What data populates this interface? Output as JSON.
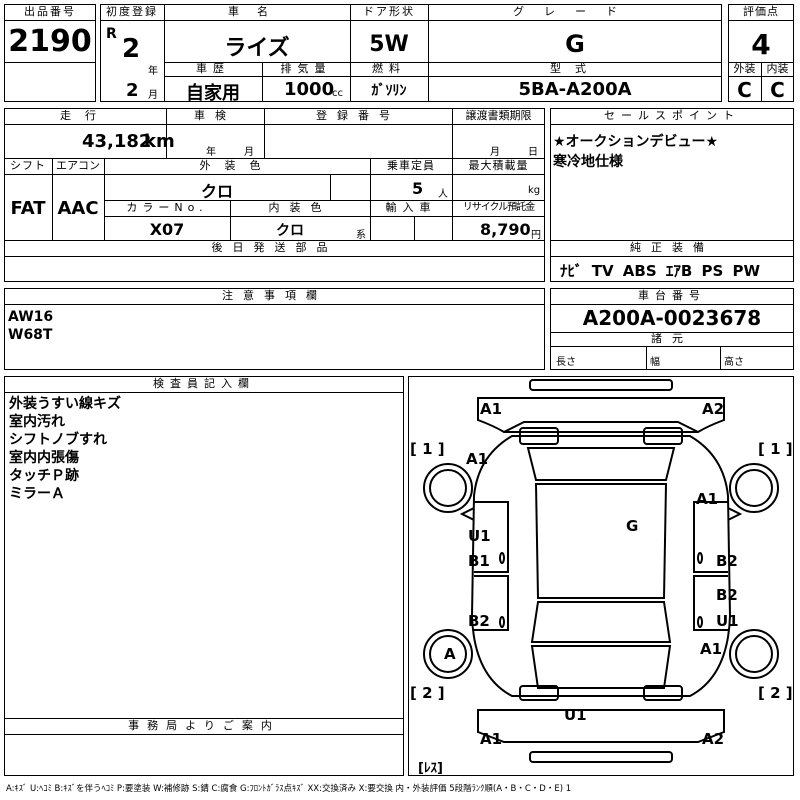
{
  "header": {
    "lot_label": "出品番号",
    "lot_value": "2190",
    "first_reg_label": "初度登録",
    "era": "R",
    "year_num": "2",
    "year_unit": "年",
    "month_num": "2",
    "month_unit": "月",
    "car_name_label": "車名",
    "car_name": "ライズ",
    "door_label": "ドア形状",
    "door": "5W",
    "grade_label": "グレード",
    "grade": "G",
    "score_label": "評価点",
    "score": "4",
    "history_label": "車歴",
    "history": "自家用",
    "displacement_label": "排気量",
    "displacement": "1000",
    "displacement_unit": "cc",
    "fuel_label": "燃料",
    "fuel": "ｶﾞｿﾘﾝ",
    "model_label": "型式",
    "model": "5BA-A200A",
    "exterior_label": "外装",
    "exterior": "C",
    "interior_label": "内装",
    "interior": "C"
  },
  "row2": {
    "mileage_label": "走行",
    "mileage": "43,182",
    "mileage_unit": "km",
    "inspection_label": "車検",
    "insp_year": "年",
    "insp_month": "月",
    "regnum_label": "登録番号",
    "transfer_label": "譲渡書類期限",
    "transfer_month": "月",
    "transfer_day": "日",
    "shift_label": "シフト",
    "shift": "FAT",
    "ac_label": "エアコン",
    "ac": "AAC",
    "color_label": "外装色",
    "color": "クロ",
    "capacity_label": "乗車定員",
    "capacity": "5",
    "capacity_unit": "人",
    "load_label": "最大積載量",
    "load_unit": "kg",
    "color_no_label": "カラーNo.",
    "color_no": "X07",
    "int_color_label": "内装色",
    "int_color": "クロ",
    "int_color_unit": "系",
    "import_label": "輸入車",
    "recycle_label": "リサイクル預託金",
    "recycle": "8,790",
    "recycle_unit": "円",
    "later_parts_label": "後日発送部品"
  },
  "sales": {
    "label": "セールスポイント",
    "line1": "★オークションデビュー★",
    "line2": "寒冷地仕様"
  },
  "equipment": {
    "label": "純正装備",
    "items": "ﾅﾋﾞ TV ABS ｴｱB PS PW"
  },
  "notes": {
    "label": "注意事項欄",
    "line1": "AW16",
    "line2": "W68T"
  },
  "chassis": {
    "label": "車台番号",
    "value": "A200A-0023678",
    "dims_label": "諸元",
    "length": "長さ",
    "width": "幅",
    "height": "高さ"
  },
  "inspector": {
    "label": "検査員記入欄",
    "lines": [
      "外装うすい線キズ",
      "室内汚れ",
      "シフトノブすれ",
      "室内内張傷",
      "タッチＰ跡",
      "ミラーＡ"
    ]
  },
  "office": {
    "label": "事務局よりご案内"
  },
  "diagram": {
    "marks": {
      "front_left": "A1",
      "front_right": "A2",
      "hood": "A1",
      "fender_right": "A1",
      "roof": "G",
      "door_fl_1": "U1",
      "door_fl_2": "B1",
      "door_fr": "B2",
      "door_rr_1": "B2",
      "door_rr_2": "U1",
      "door_rl": "B2",
      "rear_wheel_left": "A",
      "rear_fender_right": "A1",
      "rear_mid": "U1",
      "rear_left": "A1",
      "rear_right": "A2"
    },
    "bracket_1": "[ 1 ]",
    "bracket_2": "[ 2 ]",
    "bracket_res": "[ﾚｽ]"
  },
  "legend": "A:ｷｽﾞ U:ﾍｺﾐ B:ｷｽﾞを伴うﾍｺﾐ P:要塗装 W:補修跡 S:錆 C:腐食 G:ﾌﾛﾝﾄｶﾞﾗｽ点ｷｽﾞ XX:交換済み X:要交換 内・外装評価 5段階ﾗﾝｸ順(A・B・C・D・E) 1"
}
